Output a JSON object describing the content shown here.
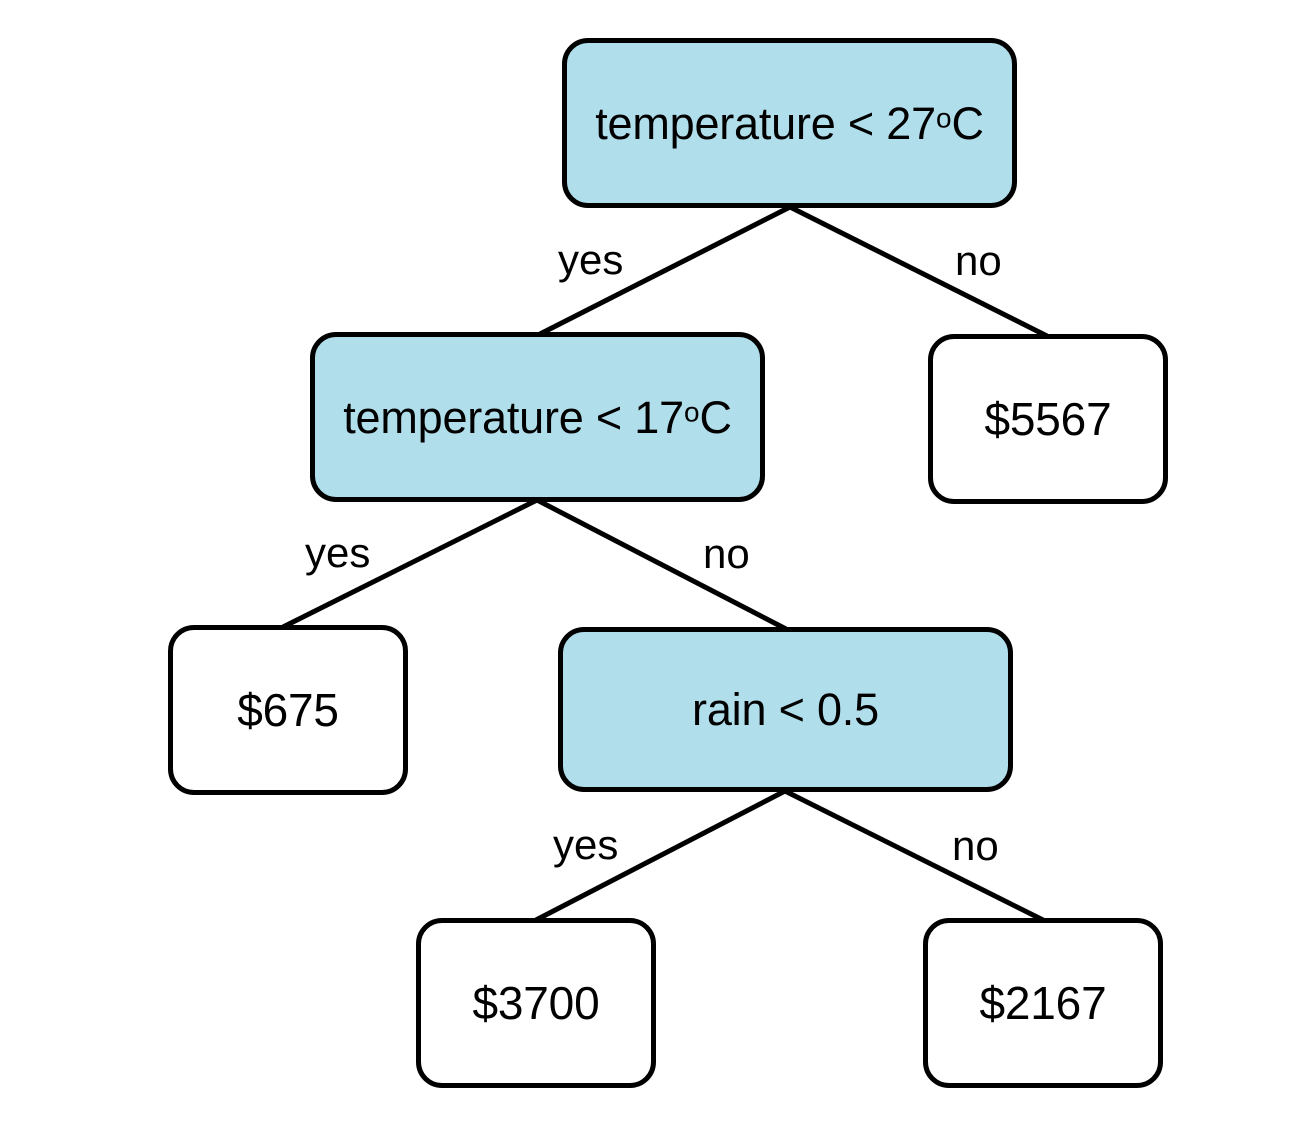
{
  "diagram": {
    "type": "decision-tree",
    "title": "",
    "colors": {
      "internal_node_fill": "#b0deeb",
      "leaf_node_fill": "#ffffff",
      "stroke": "#000000",
      "background": "#ffffff",
      "text": "#000000"
    },
    "nodes": [
      {
        "id": "root",
        "kind": "internal",
        "label_prefix": "temperature < 27",
        "label_degree": "o",
        "label_suffix": "C",
        "full_label": "temperature < 27oC"
      },
      {
        "id": "temp17",
        "kind": "internal",
        "label_prefix": "temperature < 17",
        "label_degree": "o",
        "label_suffix": "C",
        "full_label": "temperature < 17oC"
      },
      {
        "id": "leaf5567",
        "kind": "leaf",
        "full_label": "$5567"
      },
      {
        "id": "leaf675",
        "kind": "leaf",
        "full_label": "$675"
      },
      {
        "id": "rain",
        "kind": "internal",
        "full_label": "rain < 0.5"
      },
      {
        "id": "leaf3700",
        "kind": "leaf",
        "full_label": "$3700"
      },
      {
        "id": "leaf2167",
        "kind": "leaf",
        "full_label": "$2167"
      }
    ],
    "edges": [
      {
        "from": "root",
        "to": "temp17",
        "label": "yes"
      },
      {
        "from": "root",
        "to": "leaf5567",
        "label": "no"
      },
      {
        "from": "temp17",
        "to": "leaf675",
        "label": "yes"
      },
      {
        "from": "temp17",
        "to": "rain",
        "label": "no"
      },
      {
        "from": "rain",
        "to": "leaf3700",
        "label": "yes"
      },
      {
        "from": "rain",
        "to": "leaf2167",
        "label": "no"
      }
    ]
  }
}
